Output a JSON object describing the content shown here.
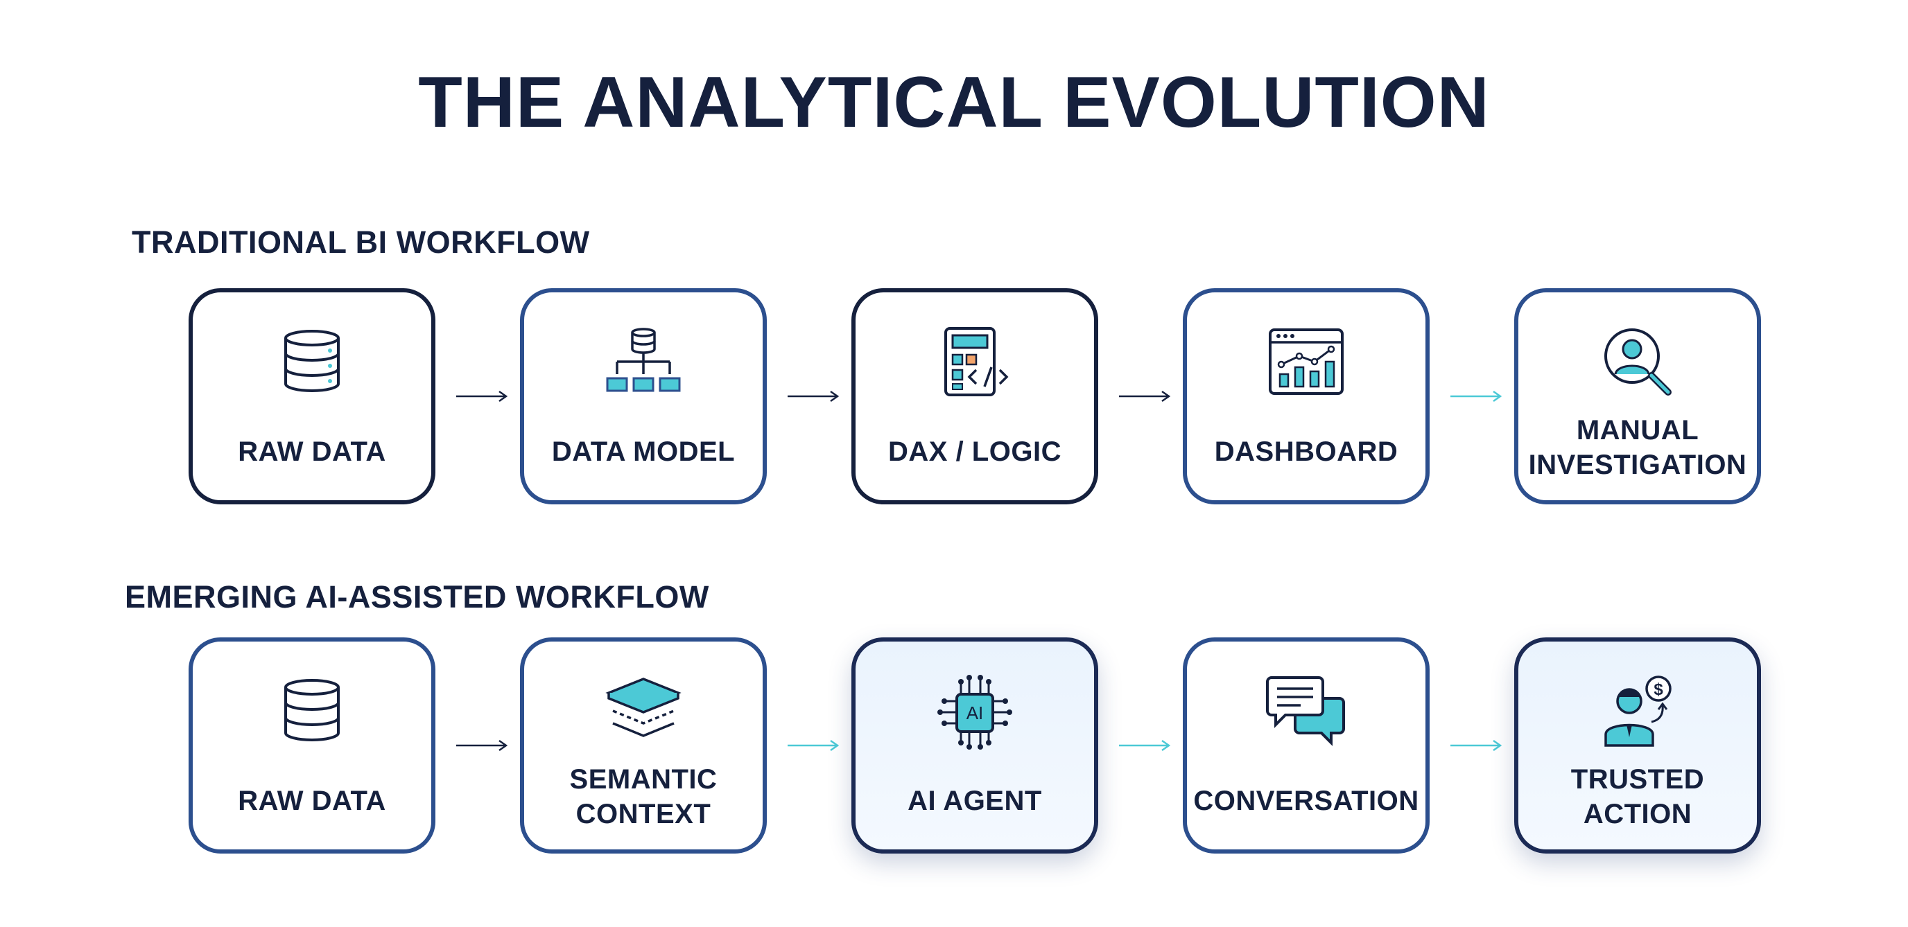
{
  "title": "THE ANALYTICAL EVOLUTION",
  "colors": {
    "navy": "#15203d",
    "blue": "#2c4f8e",
    "teal": "#4cc9d6",
    "highlight_bg": "#eaf3fd"
  },
  "traditional": {
    "label": "TRADITIONAL BI WORKFLOW",
    "steps": [
      {
        "label": "RAW DATA",
        "icon": "database-icon"
      },
      {
        "label": "DATA MODEL",
        "icon": "data-model-icon"
      },
      {
        "label": "DAX / LOGIC",
        "icon": "calculator-code-icon"
      },
      {
        "label": "DASHBOARD",
        "icon": "dashboard-chart-icon"
      },
      {
        "label": "MANUAL\nINVESTIGATION",
        "icon": "person-magnifier-icon"
      }
    ],
    "arrow_colors": [
      "navy",
      "navy",
      "navy",
      "teal"
    ]
  },
  "emerging": {
    "label": "EMERGING AI-ASSISTED WORKFLOW",
    "steps": [
      {
        "label": "RAW DATA",
        "icon": "database-icon"
      },
      {
        "label": "SEMANTIC\nCONTEXT",
        "icon": "layers-icon"
      },
      {
        "label": "AI AGENT",
        "icon": "ai-chip-icon",
        "chip_text": "AI"
      },
      {
        "label": "CONVERSATION",
        "icon": "chat-bubbles-icon"
      },
      {
        "label": "TRUSTED\nACTION",
        "icon": "person-dollar-icon",
        "badge_text": "$"
      }
    ],
    "arrow_colors": [
      "navy",
      "teal",
      "teal",
      "teal"
    ]
  }
}
